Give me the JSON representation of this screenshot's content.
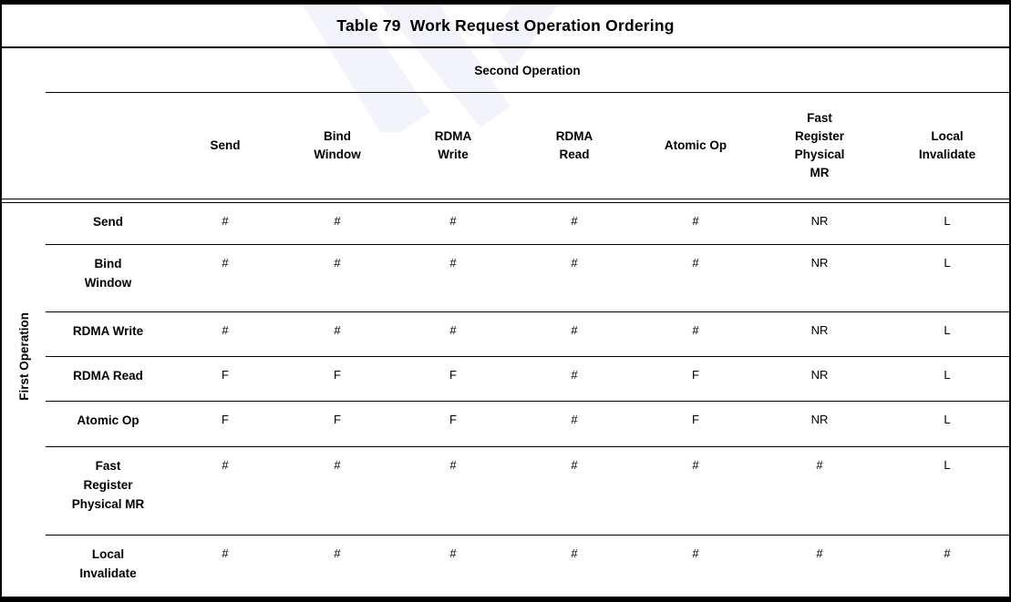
{
  "table": {
    "title": "Table 79  Work Request Operation Ordering",
    "col_group_label": "Second Operation",
    "row_group_label": "First Operation",
    "columns": [
      "Send",
      "Bind\nWindow",
      "RDMA\nWrite",
      "RDMA\nRead",
      "Atomic Op",
      "Fast\nRegister\nPhysical\nMR",
      "Local\nInvalidate"
    ],
    "rows": [
      {
        "label": "Send",
        "values": [
          "#",
          "#",
          "#",
          "#",
          "#",
          "NR",
          "L"
        ]
      },
      {
        "label": "Bind\nWindow",
        "values": [
          "#",
          "#",
          "#",
          "#",
          "#",
          "NR",
          "L"
        ]
      },
      {
        "label": "RDMA Write",
        "values": [
          "#",
          "#",
          "#",
          "#",
          "#",
          "NR",
          "L"
        ]
      },
      {
        "label": "RDMA Read",
        "values": [
          "F",
          "F",
          "F",
          "#",
          "F",
          "NR",
          "L"
        ]
      },
      {
        "label": "Atomic Op",
        "values": [
          "F",
          "F",
          "F",
          "#",
          "F",
          "NR",
          "L"
        ]
      },
      {
        "label": "Fast\nRegister\nPhysical MR",
        "values": [
          "#",
          "#",
          "#",
          "#",
          "#",
          "#",
          "L"
        ]
      },
      {
        "label": "Local\nInvalidate",
        "values": [
          "#",
          "#",
          "#",
          "#",
          "#",
          "#",
          "#"
        ]
      }
    ]
  },
  "colors": {
    "text": "#000000",
    "border": "#000000",
    "watermark": "#f3f3fc",
    "background": "#ffffff"
  }
}
